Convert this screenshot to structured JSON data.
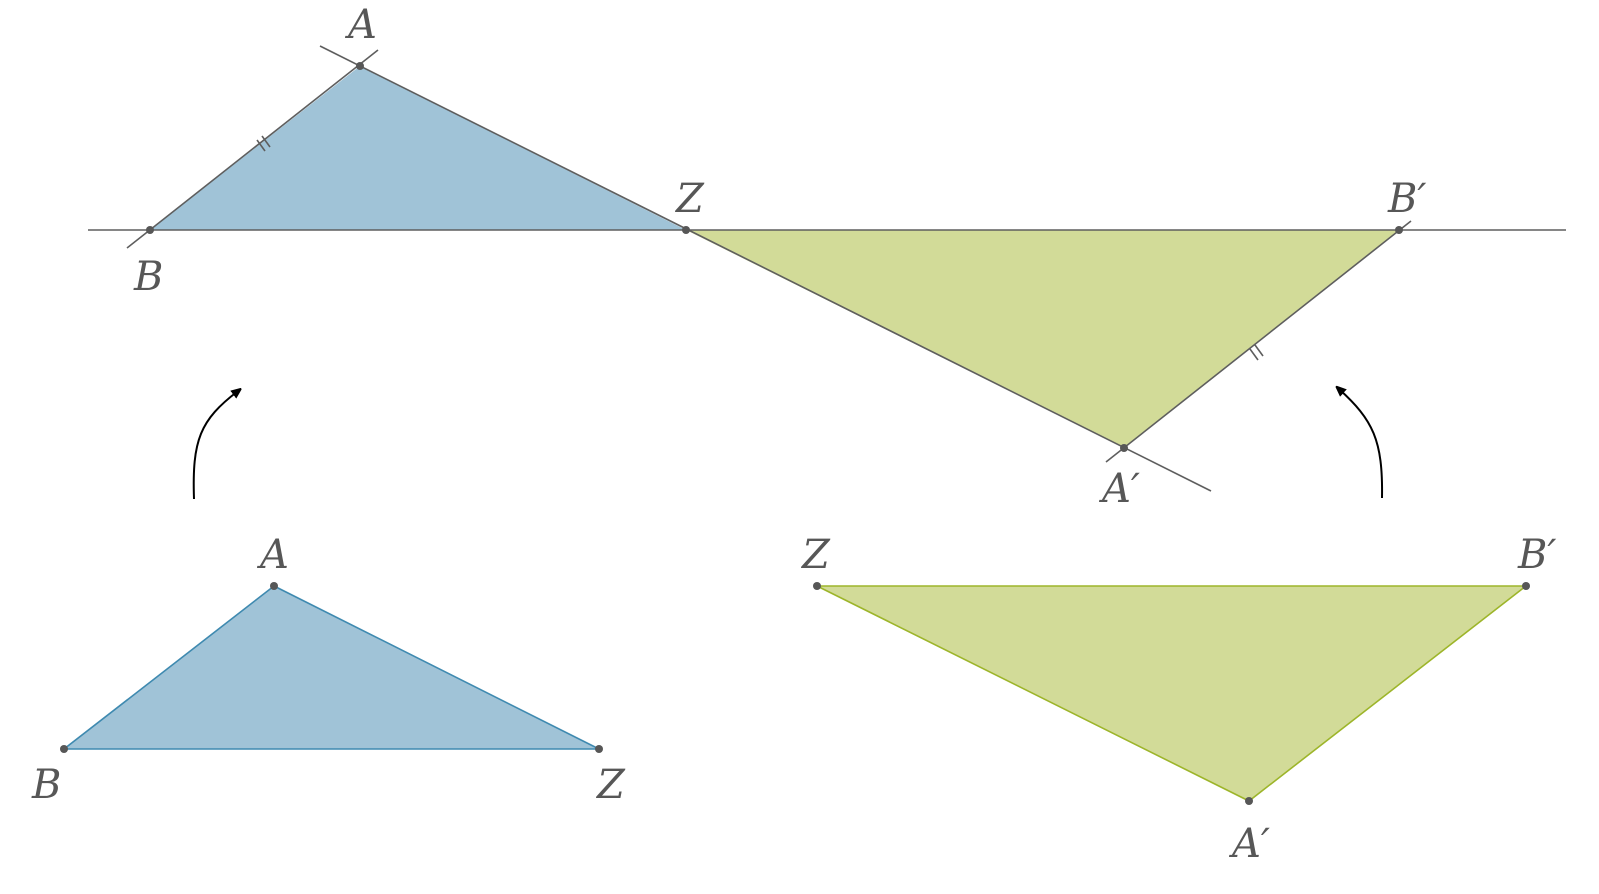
{
  "colors": {
    "blue_fill": "#a0c3d7",
    "blue_stroke": "#3f8ab0",
    "green_fill": "#d2db98",
    "green_stroke": "#9db52a",
    "line": "#5e5e5e"
  },
  "top_figure": {
    "labels": {
      "A": "A",
      "B": "B",
      "Z": "Z",
      "B_prime": "B′",
      "A_prime": "A′"
    }
  },
  "bottom_left_triangle": {
    "labels": {
      "A": "A",
      "B": "B",
      "Z": "Z"
    }
  },
  "bottom_right_triangle": {
    "labels": {
      "Z": "Z",
      "B_prime": "B′",
      "A_prime": "A′"
    }
  }
}
